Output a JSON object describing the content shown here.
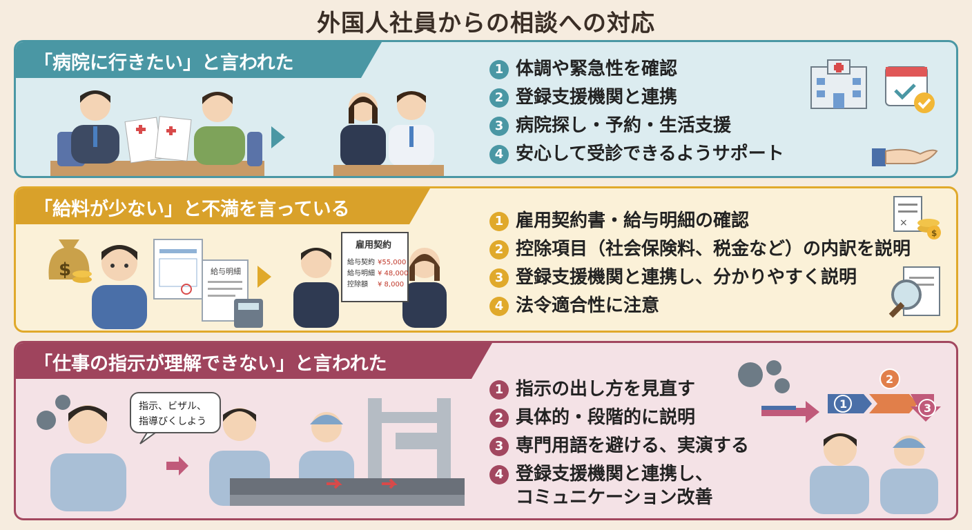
{
  "title": "外国人社員からの相談への対応",
  "sections": [
    {
      "heading": "「病院に行きたい」と言われた",
      "steps": [
        {
          "num": "1",
          "text": "体調や緊急性を確認"
        },
        {
          "num": "2",
          "text": "登録支援機関と連携"
        },
        {
          "num": "3",
          "text": "病院探し・予約・生活支援"
        },
        {
          "num": "4",
          "text": "安心して受診できるようサポート"
        }
      ],
      "icons": [
        "hospital-icon",
        "calendar-check-icon",
        "helping-hand-icon"
      ]
    },
    {
      "heading": "「給料が少ない」と不満を言っている",
      "board": {
        "title": "雇用契約",
        "rows": [
          {
            "label": "給与契約",
            "value": "¥55,000"
          },
          {
            "label": "給与明細",
            "value": "¥ 48,000"
          },
          {
            "label": "控除額",
            "value": "¥ 8,000"
          }
        ]
      },
      "doc_label": "給与明細",
      "steps": [
        {
          "num": "1",
          "text": "雇用契約書・給与明細の確認"
        },
        {
          "num": "2",
          "text": "控除項目（社会保険料、税金など）の内訳を説明"
        },
        {
          "num": "3",
          "text": "登録支援機関と連携し、分かりやすく説明"
        },
        {
          "num": "4",
          "text": "法令適合性に注意"
        }
      ],
      "icons": [
        "money-bag-icon",
        "document-coins-icon",
        "magnifier-document-icon"
      ]
    },
    {
      "heading": "「仕事の指示が理解できない」と言われた",
      "speech": [
        "指示、ビザル、",
        "指導びくしよう"
      ],
      "steps": [
        {
          "num": "1",
          "text": "指示の出し方を見直す"
        },
        {
          "num": "2",
          "text": "具体的・段階的に説明"
        },
        {
          "num": "3",
          "text": "専門用語を避ける、実演する"
        },
        {
          "num": "4",
          "text": "登録支援機関と連携し、",
          "text2": "コミュニケーション改善"
        }
      ],
      "flow": [
        "1",
        "2",
        "3"
      ],
      "icons": [
        "gear-icon",
        "process-flow-icon"
      ]
    }
  ],
  "colors": {
    "teal": "#4a97a4",
    "yellow": "#e0a92b",
    "maroon": "#a2475f",
    "background": "#f6ecdf"
  }
}
